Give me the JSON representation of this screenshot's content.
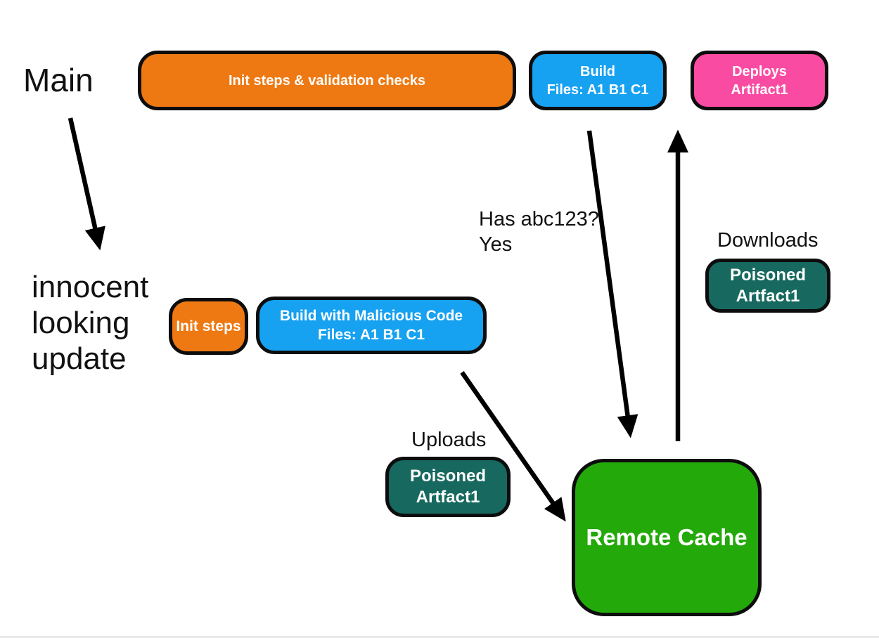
{
  "labels": {
    "main": "Main",
    "innocent_update": "innocent\nlooking\nupdate",
    "has_abc123": "Has abc123?\nYes",
    "downloads": "Downloads",
    "uploads": "Uploads"
  },
  "nodes": {
    "init_validation": {
      "label": "Init steps & validation checks",
      "color": "#EE7912"
    },
    "build": {
      "label": "Build\nFiles: A1 B1 C1",
      "color": "#16A1F1"
    },
    "deploys": {
      "label": "Deploys\nArtifact1",
      "color": "#FA4BA3"
    },
    "init_steps": {
      "label": "Init steps",
      "color": "#EE7912"
    },
    "build_malicious": {
      "label": "Build with Malicious Code\nFiles: A1 B1 C1",
      "color": "#16A1F1"
    },
    "poisoned_download": {
      "label": "Poisoned\nArtfact1",
      "color": "#17695F"
    },
    "poisoned_upload": {
      "label": "Poisoned\nArtfact1",
      "color": "#17695F"
    },
    "remote_cache": {
      "label": "Remote Cache",
      "color": "#23A90A"
    }
  },
  "colors": {
    "outline": "#0D0D0D",
    "arrow": "#000000",
    "background": "#FFFFFF",
    "text_dark": "#111111",
    "text_light": "#FFFFFF"
  }
}
